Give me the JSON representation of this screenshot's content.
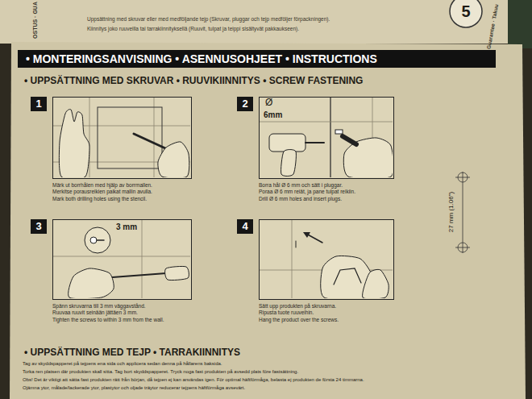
{
  "diagram": {
    "nodes": [
      {
        "text": [
          "• MONTERINGSANVISNING • ASENNUSOHJEET • INSTRUCTIONS"
        ]
      },
      {
        "text": [
          "1",
          "Märk ut borrhålen med hjälp av borrmallen.",
          "Merkitse porausreikien paikat mallin avulla.",
          "Mark both drilling holes using the stencil."
        ]
      },
      {
        "text": [
          "2",
          "Borra hål Ø 6 mm och sätt i pluggar.",
          "Poraa Ø 6 mm reiät, ja pane tulpat reikiin.",
          "Drill Ø 6 mm holes and insert plugs."
        ]
      },
      {
        "text": [
          "3",
          "Spänn skruvarna till 3 mm väggavstånd.",
          "Ruuvaa ruuvit seinään jättäen 3 mm.",
          "Tighten the screws to within 3 mm from the wall."
        ]
      },
      {
        "text": [
          "4",
          "Sätt upp produkten på skruvarna.",
          "Ripusta tuote ruuveihin.",
          "Hang the product over the screws."
        ]
      }
    ],
    "labels": [
      "Uppsättning med skruvar eller med medföljande tejp (Skruvar, pluggar och tejp medföljer förpackningen).",
      "Kiinnitys joko ruuveilla tai tarrakiinnityksellä (Ruuvit, tulpat ja teippi sisältyvät pakkaukseen).",
      "OSTUS · GUA",
      "5",
      "Guarantee · Takuu",
      "• UPPSÄTTNING MED SKRUVAR • RUUVIKIINNITYS • SCREW FASTENING",
      "Ø",
      "6mm",
      "3 mm",
      "27 mm (1.06\")",
      "• UPPSÄTTNING MED TEJP • TARRAKIINNITYS",
      "Tag av skyddspapperet på tejpens ena sida och applicera sedan denna på hållarens baksida.",
      "Torka ren platsen där produkten skall sitta. Tag bort skyddspapperet. Tryck noga fast produkten på avsedd plats före fastsättning.",
      "Obs! Det är viktigt att sätta fast produkten rätt från början, då tejpen ej kan användas igen. För optimal häftförmåga, belasta ej produkten de första 24 timmarna.",
      "Ojämna ytor, målade/lackerade ytor, plastytor och oljade träytor reducerar tejpens häftförmåga avsevärt."
    ]
  }
}
